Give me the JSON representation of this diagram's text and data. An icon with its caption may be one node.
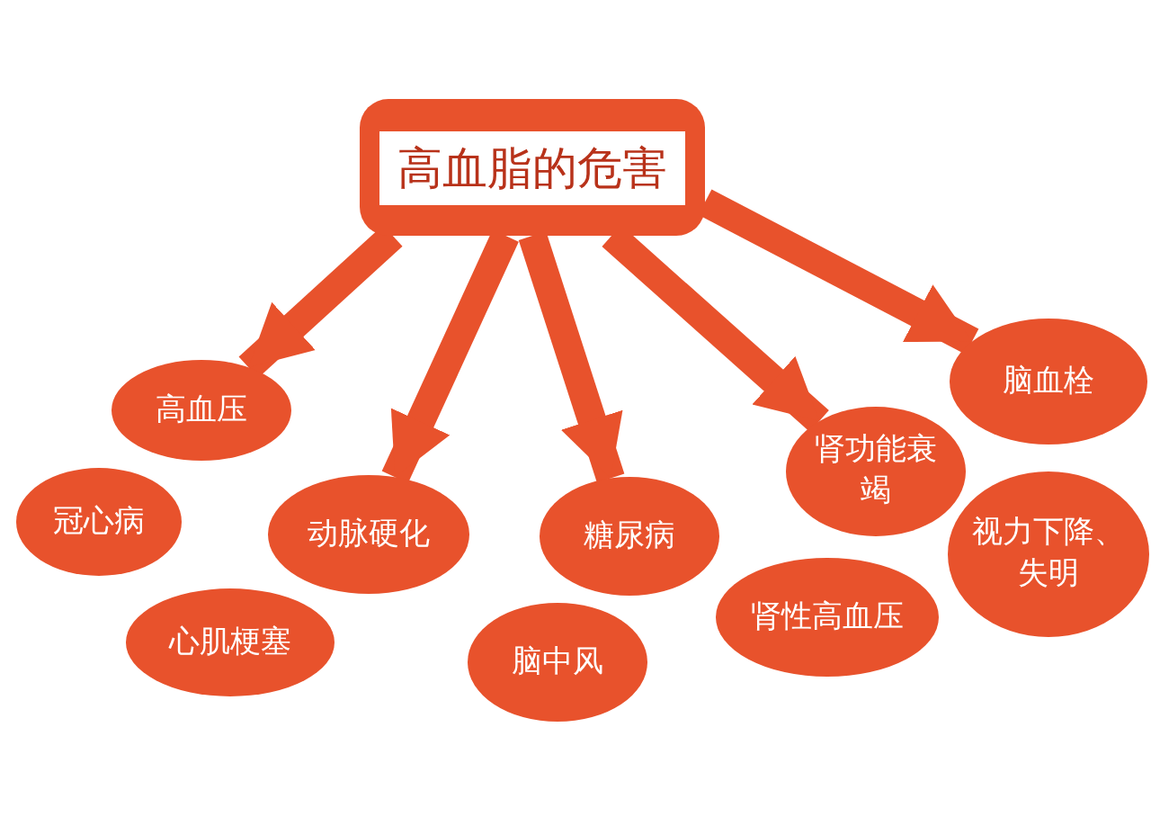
{
  "diagram": {
    "nodes": [
      {
        "text": [
          "高血脂的危害"
        ]
      },
      {
        "text": [
          "高血压"
        ]
      },
      {
        "text": [
          "冠心病"
        ]
      },
      {
        "text": [
          "动脉硬化"
        ]
      },
      {
        "text": [
          "心肌梗塞"
        ]
      },
      {
        "text": [
          "糖尿病"
        ]
      },
      {
        "text": [
          "脑中风"
        ]
      },
      {
        "text": [
          "肾功能衰竭"
        ]
      },
      {
        "text": [
          "肾性高血压"
        ]
      },
      {
        "text": [
          "脑血栓"
        ]
      },
      {
        "text": [
          "视力下降、失明"
        ]
      }
    ],
    "edges": [
      {
        "from": 0,
        "to": 1,
        "arrow": "to"
      },
      {
        "from": 0,
        "to": 3,
        "arrow": "to"
      },
      {
        "from": 0,
        "to": 5,
        "arrow": "to"
      },
      {
        "from": 0,
        "to": 7,
        "arrow": "to"
      },
      {
        "from": 0,
        "to": 9,
        "arrow": "to"
      }
    ]
  }
}
